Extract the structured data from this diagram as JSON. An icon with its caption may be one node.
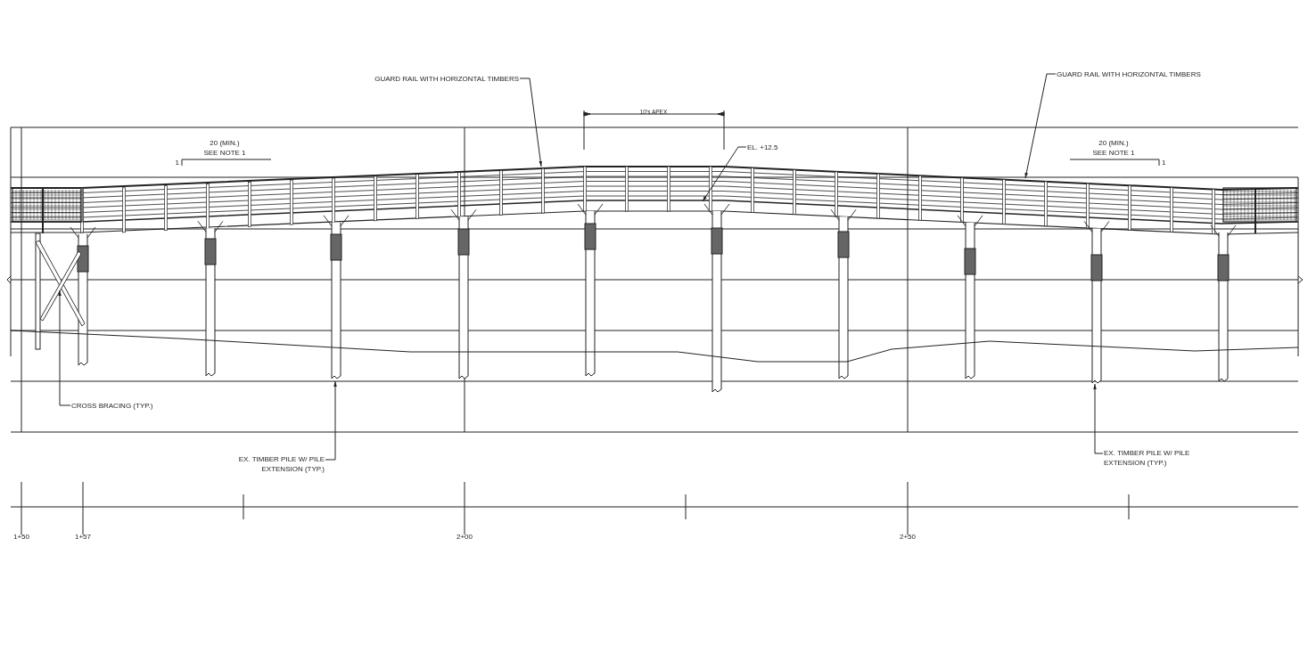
{
  "diagram": {
    "nodes": [
      {
        "text": [
          "GUARD RAIL WITH HORIZONTAL TIMBERS"
        ]
      },
      {
        "text": [
          "GUARD RAIL WITH HORIZONTAL TIMBERS"
        ]
      },
      {
        "text": [
          "EL. +12.5"
        ]
      },
      {
        "text": [
          "CROSS BRACING (TYP.)"
        ]
      },
      {
        "text": [
          "EX. TIMBER PILE W/ PILE EXTENSION (TYP.)"
        ]
      },
      {
        "text": [
          "EX. TIMBER PILE W/ PILE EXTENSION (TYP.)"
        ]
      }
    ],
    "edges": [
      {
        "from": 0,
        "to": null,
        "arrow": "to"
      },
      {
        "from": 1,
        "to": null,
        "arrow": "to"
      },
      {
        "from": 2,
        "to": null,
        "arrow": "to"
      },
      {
        "from": 3,
        "to": null,
        "arrow": "to"
      },
      {
        "from": 4,
        "to": null,
        "arrow": "to"
      },
      {
        "from": 5,
        "to": null,
        "arrow": "to"
      }
    ],
    "labels": [
      "10's APEX",
      "20 (MIN.)",
      "SEE NOTE 1",
      "1",
      "20 (MIN.)",
      "SEE NOTE 1",
      "1",
      "1+50",
      "1+57",
      "2+00",
      "2+50"
    ]
  }
}
